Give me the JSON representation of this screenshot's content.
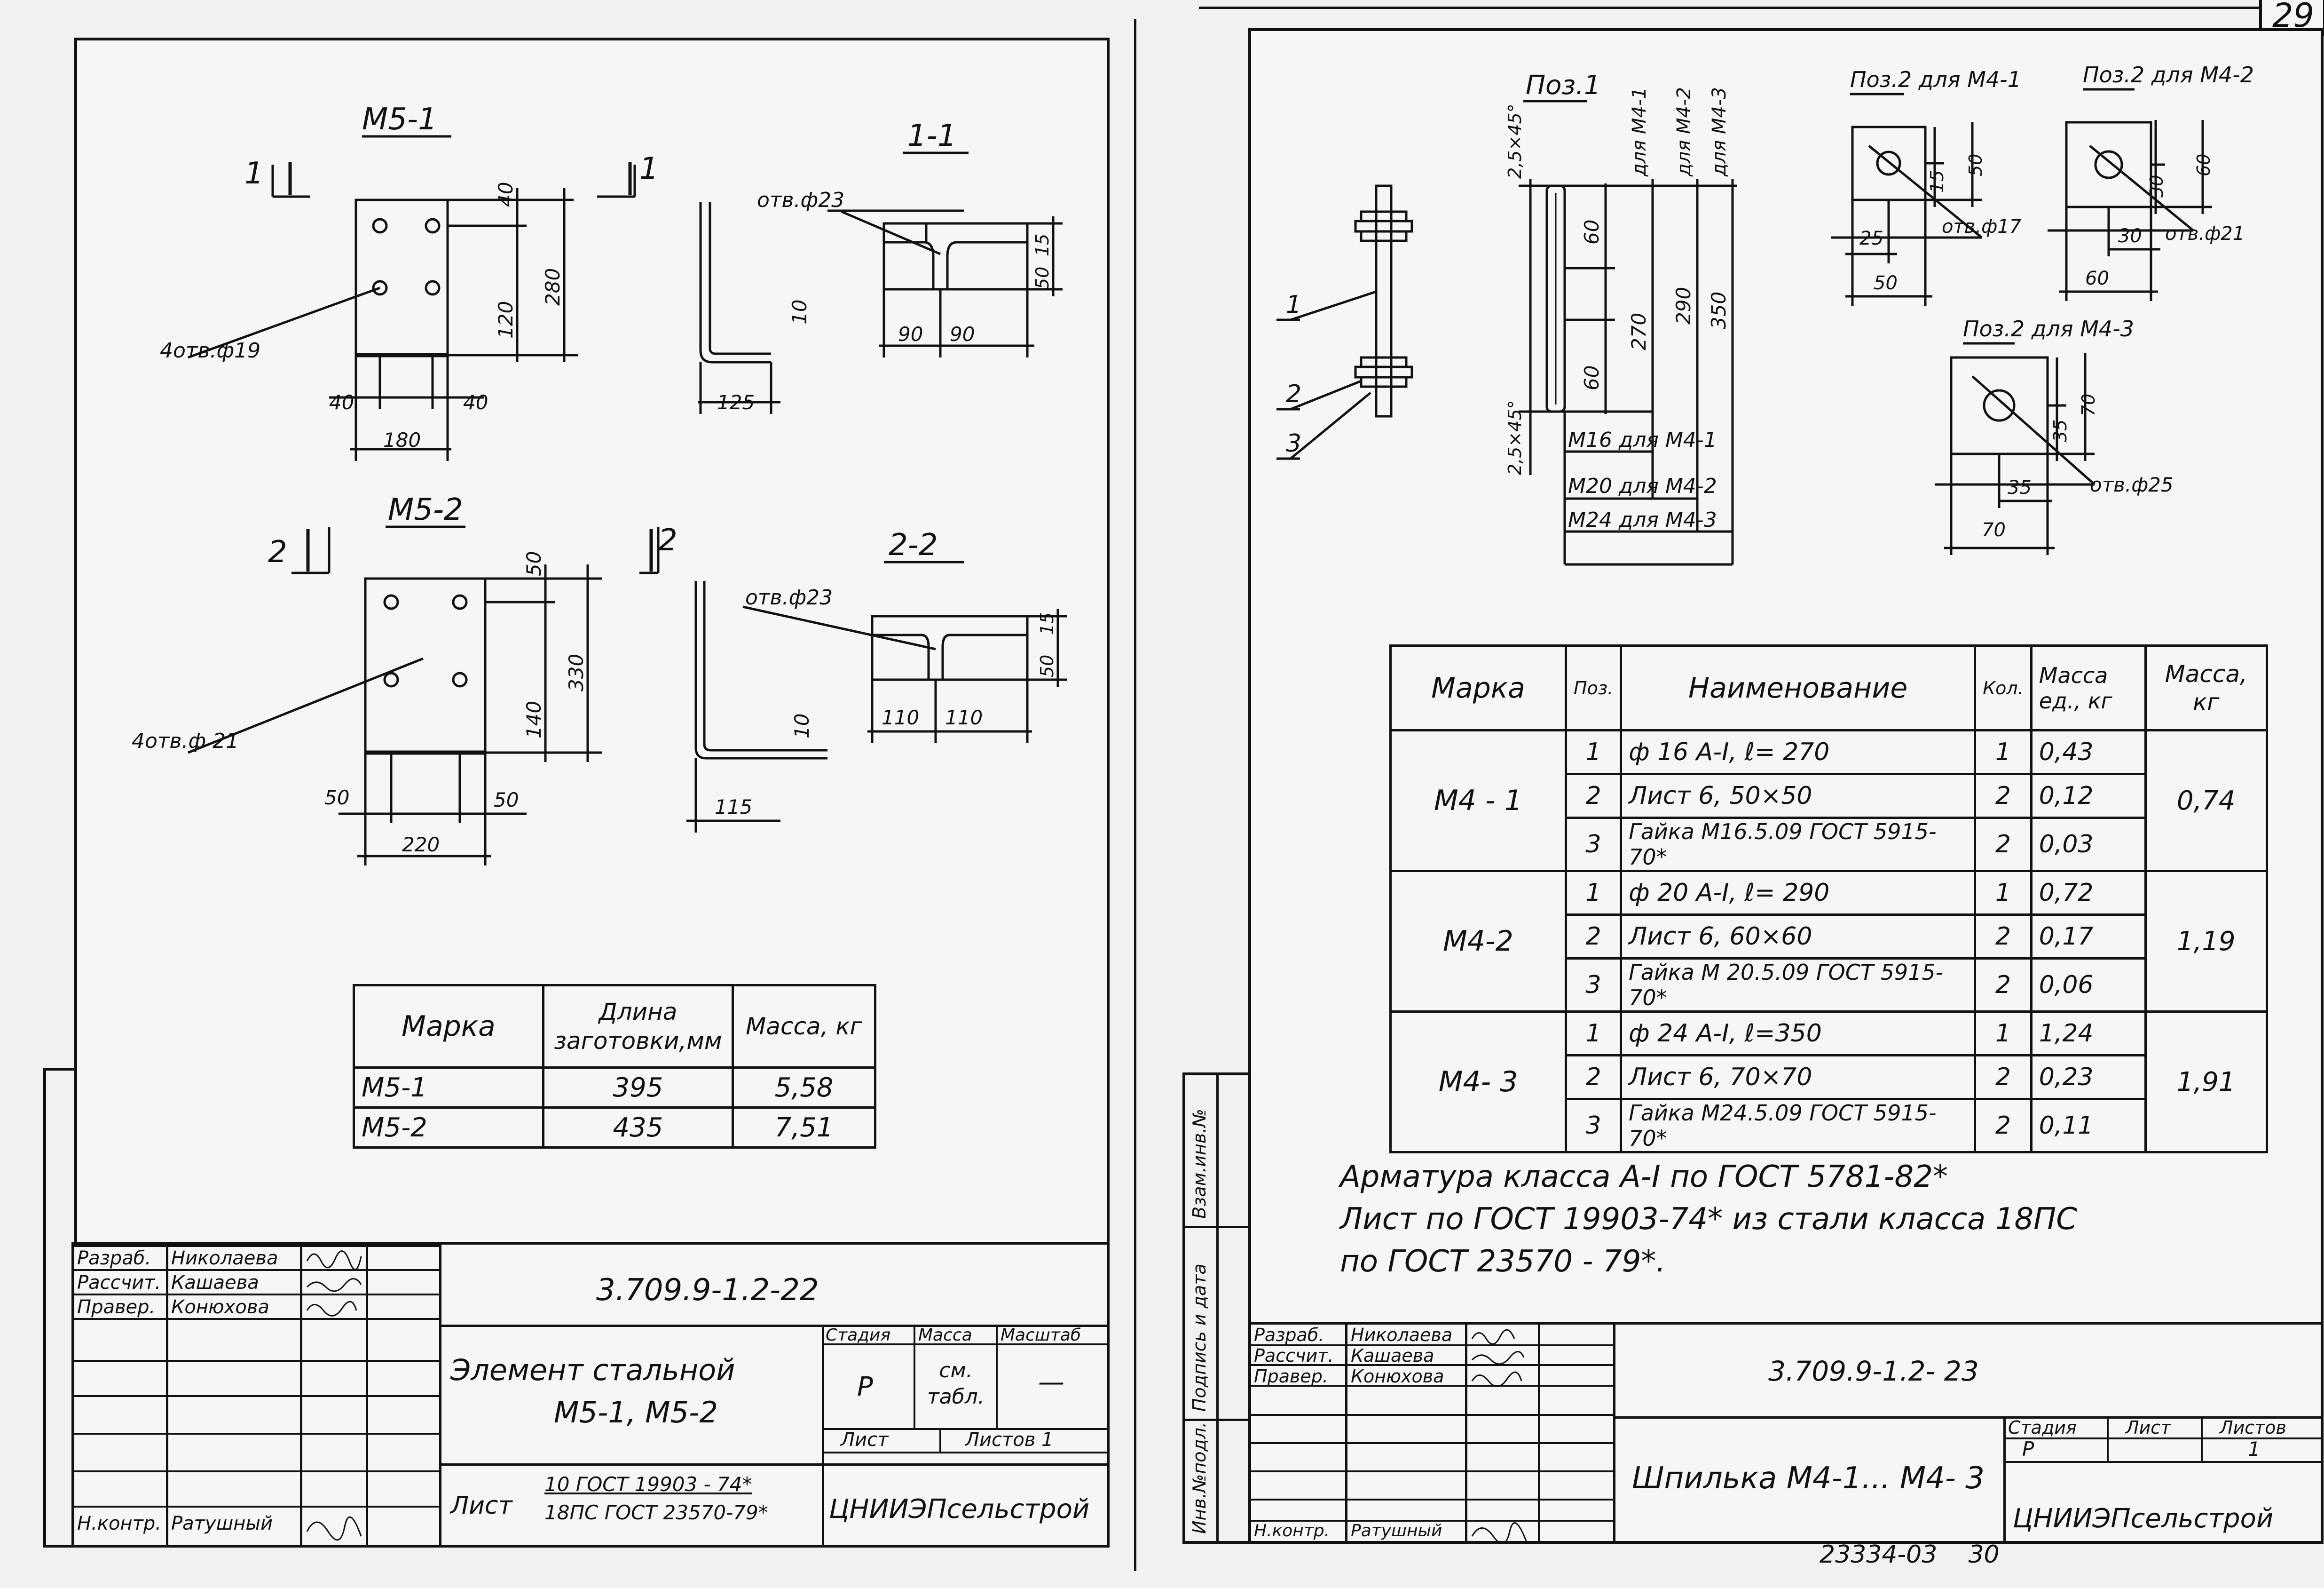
{
  "page_number": "29",
  "left": {
    "m51": {
      "title": "М5-1",
      "section_mark": "1",
      "section_title": "1-1",
      "holes_label": "4отв.ф19",
      "hole_slot_label": "отв.ф23",
      "dims": {
        "top": "40",
        "height": "280",
        "mid": "120",
        "left": "40",
        "right": "40",
        "width": "180",
        "leg": "125",
        "thick": "10",
        "s_top": "15",
        "s_h": "50",
        "s_w1": "90",
        "s_w2": "90"
      }
    },
    "m52": {
      "title": "М5-2",
      "section_mark": "2",
      "section_title": "2-2",
      "holes_label": "4отв.ф 21",
      "hole_slot_label": "отв.ф23",
      "dims": {
        "top": "50",
        "height": "330",
        "mid": "140",
        "left": "50",
        "right": "50",
        "width": "220",
        "leg": "115",
        "thick": "10",
        "s_top": "15",
        "s_h": "50",
        "s_w1": "110",
        "s_w2": "110"
      }
    },
    "table": {
      "headers": [
        "Марка",
        "Длина заготовки,мм",
        "Масса, кг"
      ],
      "rows": [
        [
          "М5-1",
          "395",
          "5,58"
        ],
        [
          "М5-2",
          "435",
          "7,51"
        ]
      ]
    },
    "titleblock": {
      "roles": [
        "Разраб.",
        "Рассчит.",
        "Правер.",
        "",
        "",
        "",
        "",
        "Н.контр."
      ],
      "names": [
        "Николаева",
        "Кашаева",
        "Конюхова",
        "",
        "",
        "",
        "",
        "Ратушный"
      ],
      "doc_code": "3.709.9-1.2-22",
      "element_name_1": "Элемент стальной",
      "element_name_2": "М5-1, М5-2",
      "stage_header": "Стадия",
      "mass_header": "Масса",
      "scale_header": "Масштаб",
      "stage_value": "Р",
      "mass_value": "см. табл.",
      "scale_value": "—",
      "sheet_header": "Лист",
      "sheets_header": "Листов 1",
      "material_label": "Лист",
      "material_1": "10 ГОСТ 19903 - 74*",
      "material_2": "18ПС ГОСТ 23570-79*",
      "org": "ЦНИИЭПсельстрой"
    }
  },
  "right": {
    "side_labels": [
      "Инв.№подл.",
      "Подпись и дата",
      "Взам.инв.№"
    ],
    "pos1": {
      "title": "Поз.1",
      "chamfer_top": "2,5×45°",
      "chamfer_bottom": "2,5×45°",
      "for_labels": [
        "для М4-1",
        "для М4-2",
        "для М4-3"
      ],
      "dims": [
        "60",
        "270",
        "290",
        "350",
        "60"
      ],
      "thread_labels": [
        "М16 для М4-1",
        "М20 для М4-2",
        "М24 для М4-3"
      ],
      "callouts": [
        "1",
        "2",
        "3"
      ]
    },
    "pos2a": {
      "title": "Поз.2 для М4-1",
      "d1": "15",
      "d2": "50",
      "d3": "25",
      "d4": "50",
      "hole": "отв.ф17"
    },
    "pos2b": {
      "title": "Поз.2 для М4-2",
      "d1": "30",
      "d2": "60",
      "d3": "30",
      "d4": "60",
      "hole": "отв.ф21"
    },
    "pos2c": {
      "title": "Поз.2 для М4-3",
      "d1": "35",
      "d2": "70",
      "d3": "35",
      "d4": "70",
      "hole": "отв.ф25"
    },
    "spec": {
      "headers": [
        "Марка",
        "Поз.",
        "Наименование",
        "Кол.",
        "Масса ед., кг",
        "Масса, кг"
      ],
      "groups": [
        {
          "mark": "М4 - 1",
          "total": "0,74",
          "rows": [
            [
              "1",
              "ф 16 А-I, ℓ= 270",
              "1",
              "0,43"
            ],
            [
              "2",
              "Лист 6, 50×50",
              "2",
              "0,12"
            ],
            [
              "3",
              "Гайка М16.5.09 ГОСТ 5915-70*",
              "2",
              "0,03"
            ]
          ]
        },
        {
          "mark": "М4-2",
          "total": "1,19",
          "rows": [
            [
              "1",
              "ф 20 А-I, ℓ= 290",
              "1",
              "0,72"
            ],
            [
              "2",
              "Лист 6, 60×60",
              "2",
              "0,17"
            ],
            [
              "3",
              "Гайка М 20.5.09 ГОСТ 5915-70*",
              "2",
              "0,06"
            ]
          ]
        },
        {
          "mark": "М4- 3",
          "total": "1,91",
          "rows": [
            [
              "1",
              "ф 24 А-I, ℓ=350",
              "1",
              "1,24"
            ],
            [
              "2",
              "Лист 6, 70×70",
              "2",
              "0,23"
            ],
            [
              "3",
              "Гайка М24.5.09 ГОСТ 5915-70*",
              "2",
              "0,11"
            ]
          ]
        }
      ]
    },
    "notes": [
      "Арматура класса А-I по ГОСТ 5781-82*",
      "Лист по ГОСТ 19903-74* из стали класса 18ПС",
      "по ГОСТ 23570 - 79*."
    ],
    "titleblock": {
      "roles": [
        "Разраб.",
        "Рассчит.",
        "Правер.",
        "",
        "",
        "",
        "",
        "Н.контр."
      ],
      "names": [
        "Николаева",
        "Кашаева",
        "Конюхова",
        "",
        "",
        "",
        "",
        "Ратушный"
      ],
      "doc_code": "3.709.9-1.2- 23",
      "element_name": "Шпилька М4-1... М4- 3",
      "stage_header": "Стадия",
      "sheet_header": "Лист",
      "sheets_header": "Листов",
      "stage_value": "Р",
      "sheets_value": "1",
      "org": "ЦНИИЭПсельстрой"
    },
    "footer": "23334-03    30"
  }
}
